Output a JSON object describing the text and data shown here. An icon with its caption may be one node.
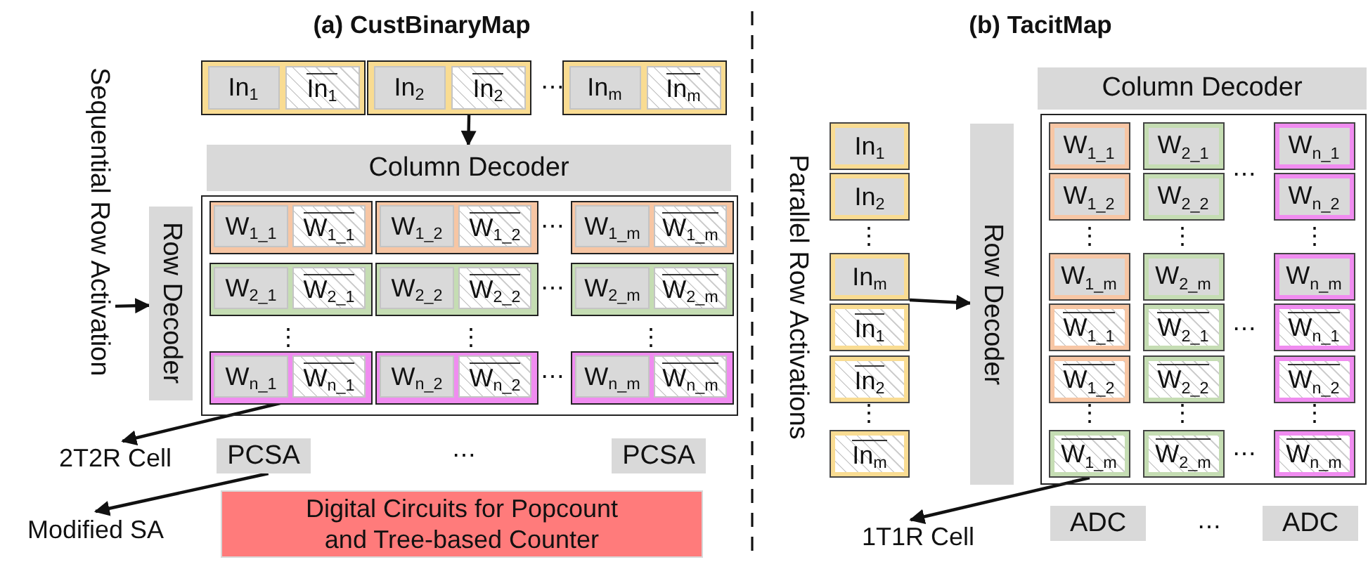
{
  "diagram": {
    "nodes": [
      {
        "text": [],
        "shape": "box"
      },
      {
        "text": [
          "In$_{1}$"
        ],
        "in": 0
      },
      {
        "text": [
          "In$_{1}$"
        ],
        "in": 0
      },
      {
        "text": [],
        "shape": "box"
      },
      {
        "text": [
          "In$_{2}$"
        ],
        "in": 3
      },
      {
        "text": [
          "In$_{2}$"
        ],
        "in": 3
      },
      {
        "text": [],
        "shape": "box"
      },
      {
        "text": [
          "In$_{m}$"
        ],
        "in": 6
      },
      {
        "text": [
          "In$_{m}$"
        ],
        "in": 6
      },
      {
        "text": [
          "Column Decoder"
        ]
      },
      {
        "text": [
          "Sequential Row Activation"
        ]
      },
      {
        "text": [
          "Row Decoder"
        ]
      },
      {
        "text": [],
        "shape": "box"
      },
      {
        "text": [],
        "shape": "box",
        "in": 12
      },
      {
        "text": [
          "W$_{1_1}$"
        ],
        "in": 13
      },
      {
        "text": [
          "W$_{1_1}$"
        ],
        "in": 13
      },
      {
        "text": [],
        "shape": "box",
        "in": 12
      },
      {
        "text": [
          "W$_{1_2}$"
        ],
        "in": 16
      },
      {
        "text": [
          "W$_{1_2}$"
        ],
        "in": 16
      },
      {
        "text": [],
        "shape": "box",
        "in": 12
      },
      {
        "text": [
          "W$_{1_m}$"
        ],
        "in": 19
      },
      {
        "text": [
          "W$_{1_m}$"
        ],
        "in": 19
      },
      {
        "text": [],
        "shape": "box",
        "in": 12
      },
      {
        "text": [
          "W$_{2_1}$"
        ],
        "in": 22
      },
      {
        "text": [
          "W$_{2_1}$"
        ],
        "in": 22
      },
      {
        "text": [],
        "shape": "box",
        "in": 12
      },
      {
        "text": [
          "W$_{2_2}$"
        ],
        "in": 25
      },
      {
        "text": [
          "W$_{2_2}$"
        ],
        "in": 25
      },
      {
        "text": [],
        "shape": "box",
        "in": 12
      },
      {
        "text": [
          "W$_{2_m}$"
        ],
        "in": 28
      },
      {
        "text": [
          "W$_{2_m}$"
        ],
        "in": 28
      },
      {
        "text": [],
        "shape": "box",
        "in": 12
      },
      {
        "text": [
          "W$_{n_1}$"
        ],
        "in": 31
      },
      {
        "text": [
          "W$_{n_1}$"
        ],
        "in": 31
      },
      {
        "text": [],
        "shape": "box",
        "in": 12
      },
      {
        "text": [
          "W$_{n_2}$"
        ],
        "in": 34
      },
      {
        "text": [
          "W$_{n_2}$"
        ],
        "in": 34
      },
      {
        "text": [],
        "shape": "box",
        "in": 12
      },
      {
        "text": [
          "W$_{n_m}$"
        ],
        "in": 37
      },
      {
        "text": [
          "W$_{n_m}$"
        ],
        "in": 37
      },
      {
        "text": [
          "2T2R Cell"
        ]
      },
      {
        "text": [
          "PCSA"
        ]
      },
      {
        "text": [
          "PCSA"
        ]
      },
      {
        "text": [
          "Modified SA"
        ]
      },
      {
        "text": [
          "Digital Circuits for Popcount and Tree-based Counter"
        ]
      },
      {
        "text": [
          "Column Decoder"
        ]
      },
      {
        "text": [
          "Parallel Row Activations"
        ]
      },
      {
        "text": [
          "In$_{1}$"
        ]
      },
      {
        "text": [
          "In$_{2}$"
        ]
      },
      {
        "text": [
          "In$_{m}$"
        ]
      },
      {
        "text": [
          "In$_{1}$"
        ]
      },
      {
        "text": [
          "In$_{2}$"
        ]
      },
      {
        "text": [
          "In$_{m}$"
        ]
      },
      {
        "text": [
          "Row Decoder"
        ]
      },
      {
        "text": [],
        "shape": "box"
      },
      {
        "text": [
          "W$_{1_1}$"
        ],
        "in": 54
      },
      {
        "text": [
          "W$_{2_1}$"
        ],
        "in": 54
      },
      {
        "text": [
          "W$_{n_1}$"
        ],
        "in": 54
      },
      {
        "text": [
          "W$_{1_2}$"
        ],
        "in": 54
      },
      {
        "text": [
          "W$_{2_2}$"
        ],
        "in": 54
      },
      {
        "text": [
          "W$_{n_2}$"
        ],
        "in": 54
      },
      {
        "text": [
          "W$_{1_m}$"
        ],
        "in": 54
      },
      {
        "text": [
          "W$_{2_m}$"
        ],
        "in": 54
      },
      {
        "text": [
          "W$_{n_m}$"
        ],
        "in": 54
      },
      {
        "text": [
          "W$_{1_1}$"
        ],
        "in": 54
      },
      {
        "text": [
          "W$_{2_1}$"
        ],
        "in": 54
      },
      {
        "text": [
          "W$_{n_1}$"
        ],
        "in": 54
      },
      {
        "text": [
          "W$_{1_2}$"
        ],
        "in": 54
      },
      {
        "text": [
          "W$_{2_2}$"
        ],
        "in": 54
      },
      {
        "text": [
          "W$_{n_2}$"
        ],
        "in": 54
      },
      {
        "text": [
          "W$_{1_m}$"
        ],
        "in": 54
      },
      {
        "text": [
          "W$_{2_m}$"
        ],
        "in": 54
      },
      {
        "text": [
          "W$_{n_m}$"
        ],
        "in": 54
      },
      {
        "text": [
          "1T1R Cell"
        ]
      },
      {
        "text": [
          "ADC"
        ]
      },
      {
        "text": [
          "ADC"
        ]
      }
    ],
    "edges": [
      {
        "from": 3,
        "to": 9,
        "arrow": "to"
      },
      {
        "from": 10,
        "to": 11,
        "arrow": "to"
      },
      {
        "from": 33,
        "to": 40,
        "arrow": "to"
      },
      {
        "from": 41,
        "to": 43,
        "arrow": "to"
      },
      {
        "from": 49,
        "to": 53,
        "arrow": "to"
      },
      {
        "from": 70,
        "to": 73,
        "arrow": "to"
      }
    ],
    "labels": [
      "(a) CustBinaryMap",
      "(b) TacitMap",
      "⋯",
      "⋯",
      "⋯",
      "⋮",
      "⋮",
      "⋮",
      "⋯",
      "⋯",
      "⋮",
      "⋮",
      "⋯",
      "⋮",
      "⋮",
      "⋮",
      "⋯",
      "⋮",
      "⋮",
      "⋮",
      "⋯",
      "⋯"
    ]
  }
}
